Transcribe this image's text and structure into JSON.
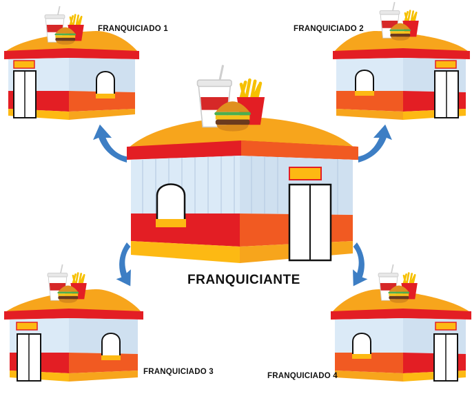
{
  "diagram": {
    "center_label": "FRANQUICIANTE",
    "branch_labels": {
      "b1": "FRANQUICIADO 1",
      "b2": "FRANQUICIADO 2",
      "b3": "FRANQUICIADO 3",
      "b4": "FRANQUICIADO 4"
    },
    "colors": {
      "roof": "#f7a51c",
      "roof_top": "#fbc02d",
      "red_band": "#e31e24",
      "orange_band": "#f15a22",
      "base_yellow": "#fdb913",
      "window_blue": "#dbeaf7",
      "arrow_blue": "#3d7ec4",
      "cup_red": "#d62828"
    },
    "icons": [
      "store-icon",
      "soda-cup-icon",
      "burger-icon",
      "fries-icon",
      "curved-arrow-icon"
    ]
  }
}
